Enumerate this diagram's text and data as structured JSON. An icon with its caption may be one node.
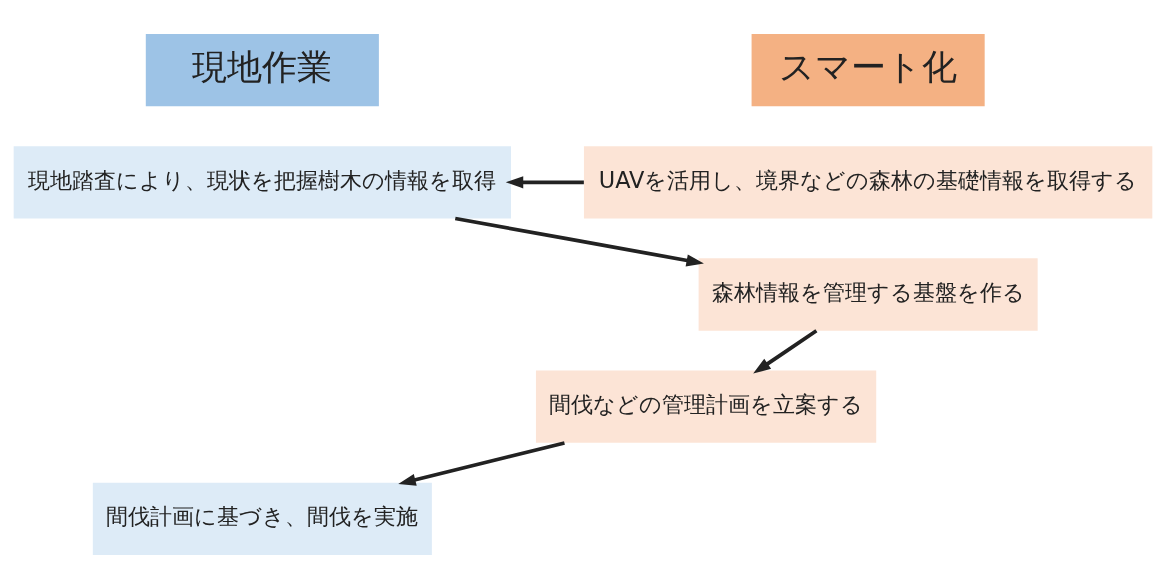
{
  "diagram": {
    "nodes": [
      {
        "text": [
          "現地作業"
        ]
      },
      {
        "text": [
          "スマート化"
        ]
      },
      {
        "text": [
          "現地踏査により、現状を把握樹木の情報を取得"
        ]
      },
      {
        "text": [
          "UAVを活用し、境界などの森林の基礎情報を取得する"
        ]
      },
      {
        "text": [
          "森林情報を管理する基盤を作る"
        ]
      },
      {
        "text": [
          "間伐などの管理計画を立案する"
        ]
      },
      {
        "text": [
          "間伐計画に基づき、間伐を実施"
        ]
      }
    ],
    "edges": [
      {
        "from": 3,
        "to": 2,
        "arrow": "to"
      },
      {
        "from": 2,
        "to": 4,
        "arrow": "to"
      },
      {
        "from": 4,
        "to": 5,
        "arrow": "to"
      },
      {
        "from": 5,
        "to": 6,
        "arrow": "to"
      }
    ]
  }
}
